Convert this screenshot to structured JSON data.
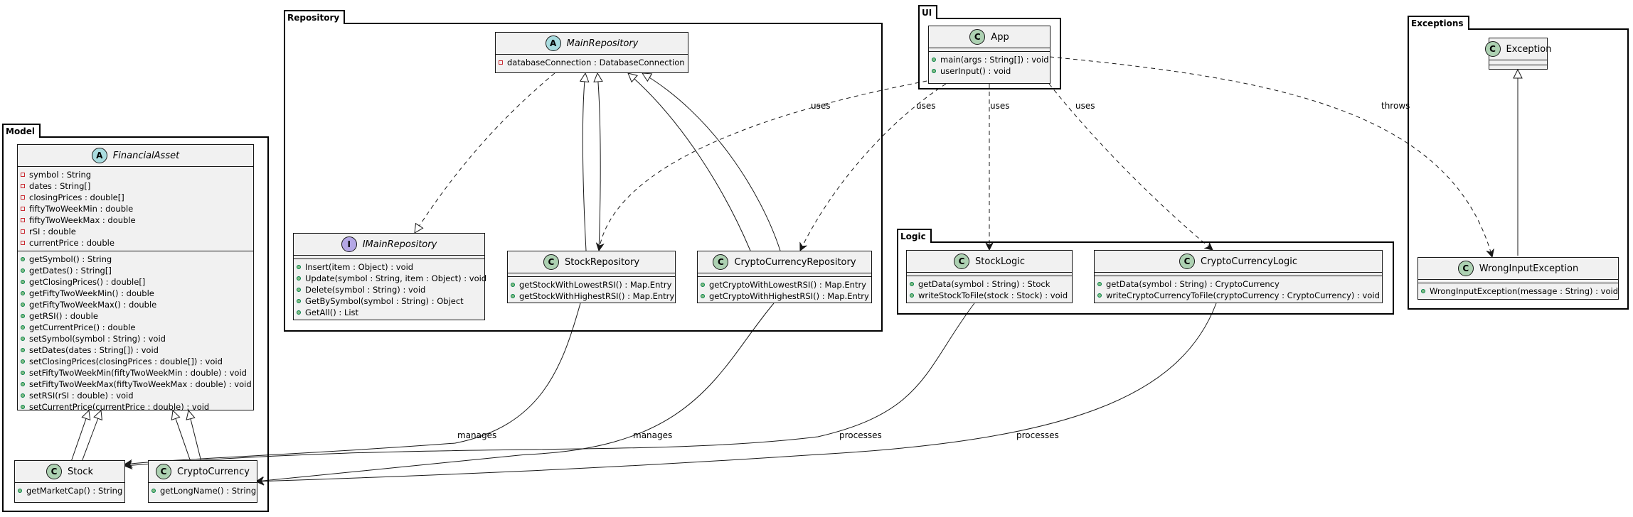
{
  "packages": {
    "model": "Model",
    "repository": "Repository",
    "ui": "UI",
    "logic": "Logic",
    "exceptions": "Exceptions"
  },
  "classes": {
    "financial_asset": {
      "name": "FinancialAsset",
      "kind": "A",
      "fields": [
        "symbol : String",
        "dates : String[]",
        "closingPrices : double[]",
        "fiftyTwoWeekMin : double",
        "fiftyTwoWeekMax : double",
        "rSI : double",
        "currentPrice : double"
      ],
      "methods": [
        "getSymbol() : String",
        "getDates() : String[]",
        "getClosingPrices() : double[]",
        "getFiftyTwoWeekMin() : double",
        "getFiftyTwoWeekMax() : double",
        "getRSI() : double",
        "getCurrentPrice() : double",
        "setSymbol(symbol : String) : void",
        "setDates(dates : String[]) : void",
        "setClosingPrices(closingPrices : double[]) : void",
        "setFiftyTwoWeekMin(fiftyTwoWeekMin : double) : void",
        "setFiftyTwoWeekMax(fiftyTwoWeekMax : double) : void",
        "setRSI(rSI : double) : void",
        "setCurrentPrice(currentPrice : double) : void"
      ]
    },
    "stock": {
      "name": "Stock",
      "kind": "C",
      "methods": [
        "getMarketCap() : String"
      ]
    },
    "crypto_currency": {
      "name": "CryptoCurrency",
      "kind": "C",
      "methods": [
        "getLongName() : String"
      ]
    },
    "main_repository": {
      "name": "MainRepository",
      "kind": "A",
      "fields": [
        "databaseConnection : DatabaseConnection"
      ]
    },
    "imain_repository": {
      "name": "IMainRepository",
      "kind": "I",
      "methods": [
        "Insert(item : Object) : void",
        "Update(symbol : String, item : Object) : void",
        "Delete(symbol : String) : void",
        "GetBySymbol(symbol : String) : Object",
        "GetAll() : List"
      ]
    },
    "stock_repository": {
      "name": "StockRepository",
      "kind": "C",
      "methods": [
        "getStockWithLowestRSI() : Map.Entry",
        "getStockWithHighestRSI() : Map.Entry"
      ]
    },
    "crypto_repository": {
      "name": "CryptoCurrencyRepository",
      "kind": "C",
      "methods": [
        "getCryptoWithLowestRSI() : Map.Entry",
        "getCryptoWithHighestRSI() : Map.Entry"
      ]
    },
    "app": {
      "name": "App",
      "kind": "C",
      "methods": [
        "main(args : String[]) : void",
        "userInput() : void"
      ]
    },
    "stock_logic": {
      "name": "StockLogic",
      "kind": "C",
      "methods": [
        "getData(symbol : String) : Stock",
        "writeStockToFile(stock : Stock) : void"
      ]
    },
    "crypto_logic": {
      "name": "CryptoCurrencyLogic",
      "kind": "C",
      "methods": [
        "getData(symbol : String) : CryptoCurrency",
        "writeCryptoCurrencyToFile(cryptoCurrency : CryptoCurrency) : void"
      ]
    },
    "exception": {
      "name": "Exception",
      "kind": "C"
    },
    "wrong_input_exception": {
      "name": "WrongInputException",
      "kind": "C",
      "methods": [
        "WrongInputException(message : String) : void"
      ]
    }
  },
  "edge_labels": {
    "uses_1": "uses",
    "uses_2": "uses",
    "uses_3": "uses",
    "uses_4": "uses",
    "throws": "throws",
    "manages_1": "manages",
    "manages_2": "manages",
    "processes_1": "processes",
    "processes_2": "processes"
  },
  "colors": {
    "class_fill": "#f1f1f1",
    "class_circle": "#add1b2",
    "abstract_circle": "#a9dcdf",
    "interface_circle": "#b4a7e5",
    "private_marker": "#c82930",
    "public_marker": "#84be84"
  }
}
